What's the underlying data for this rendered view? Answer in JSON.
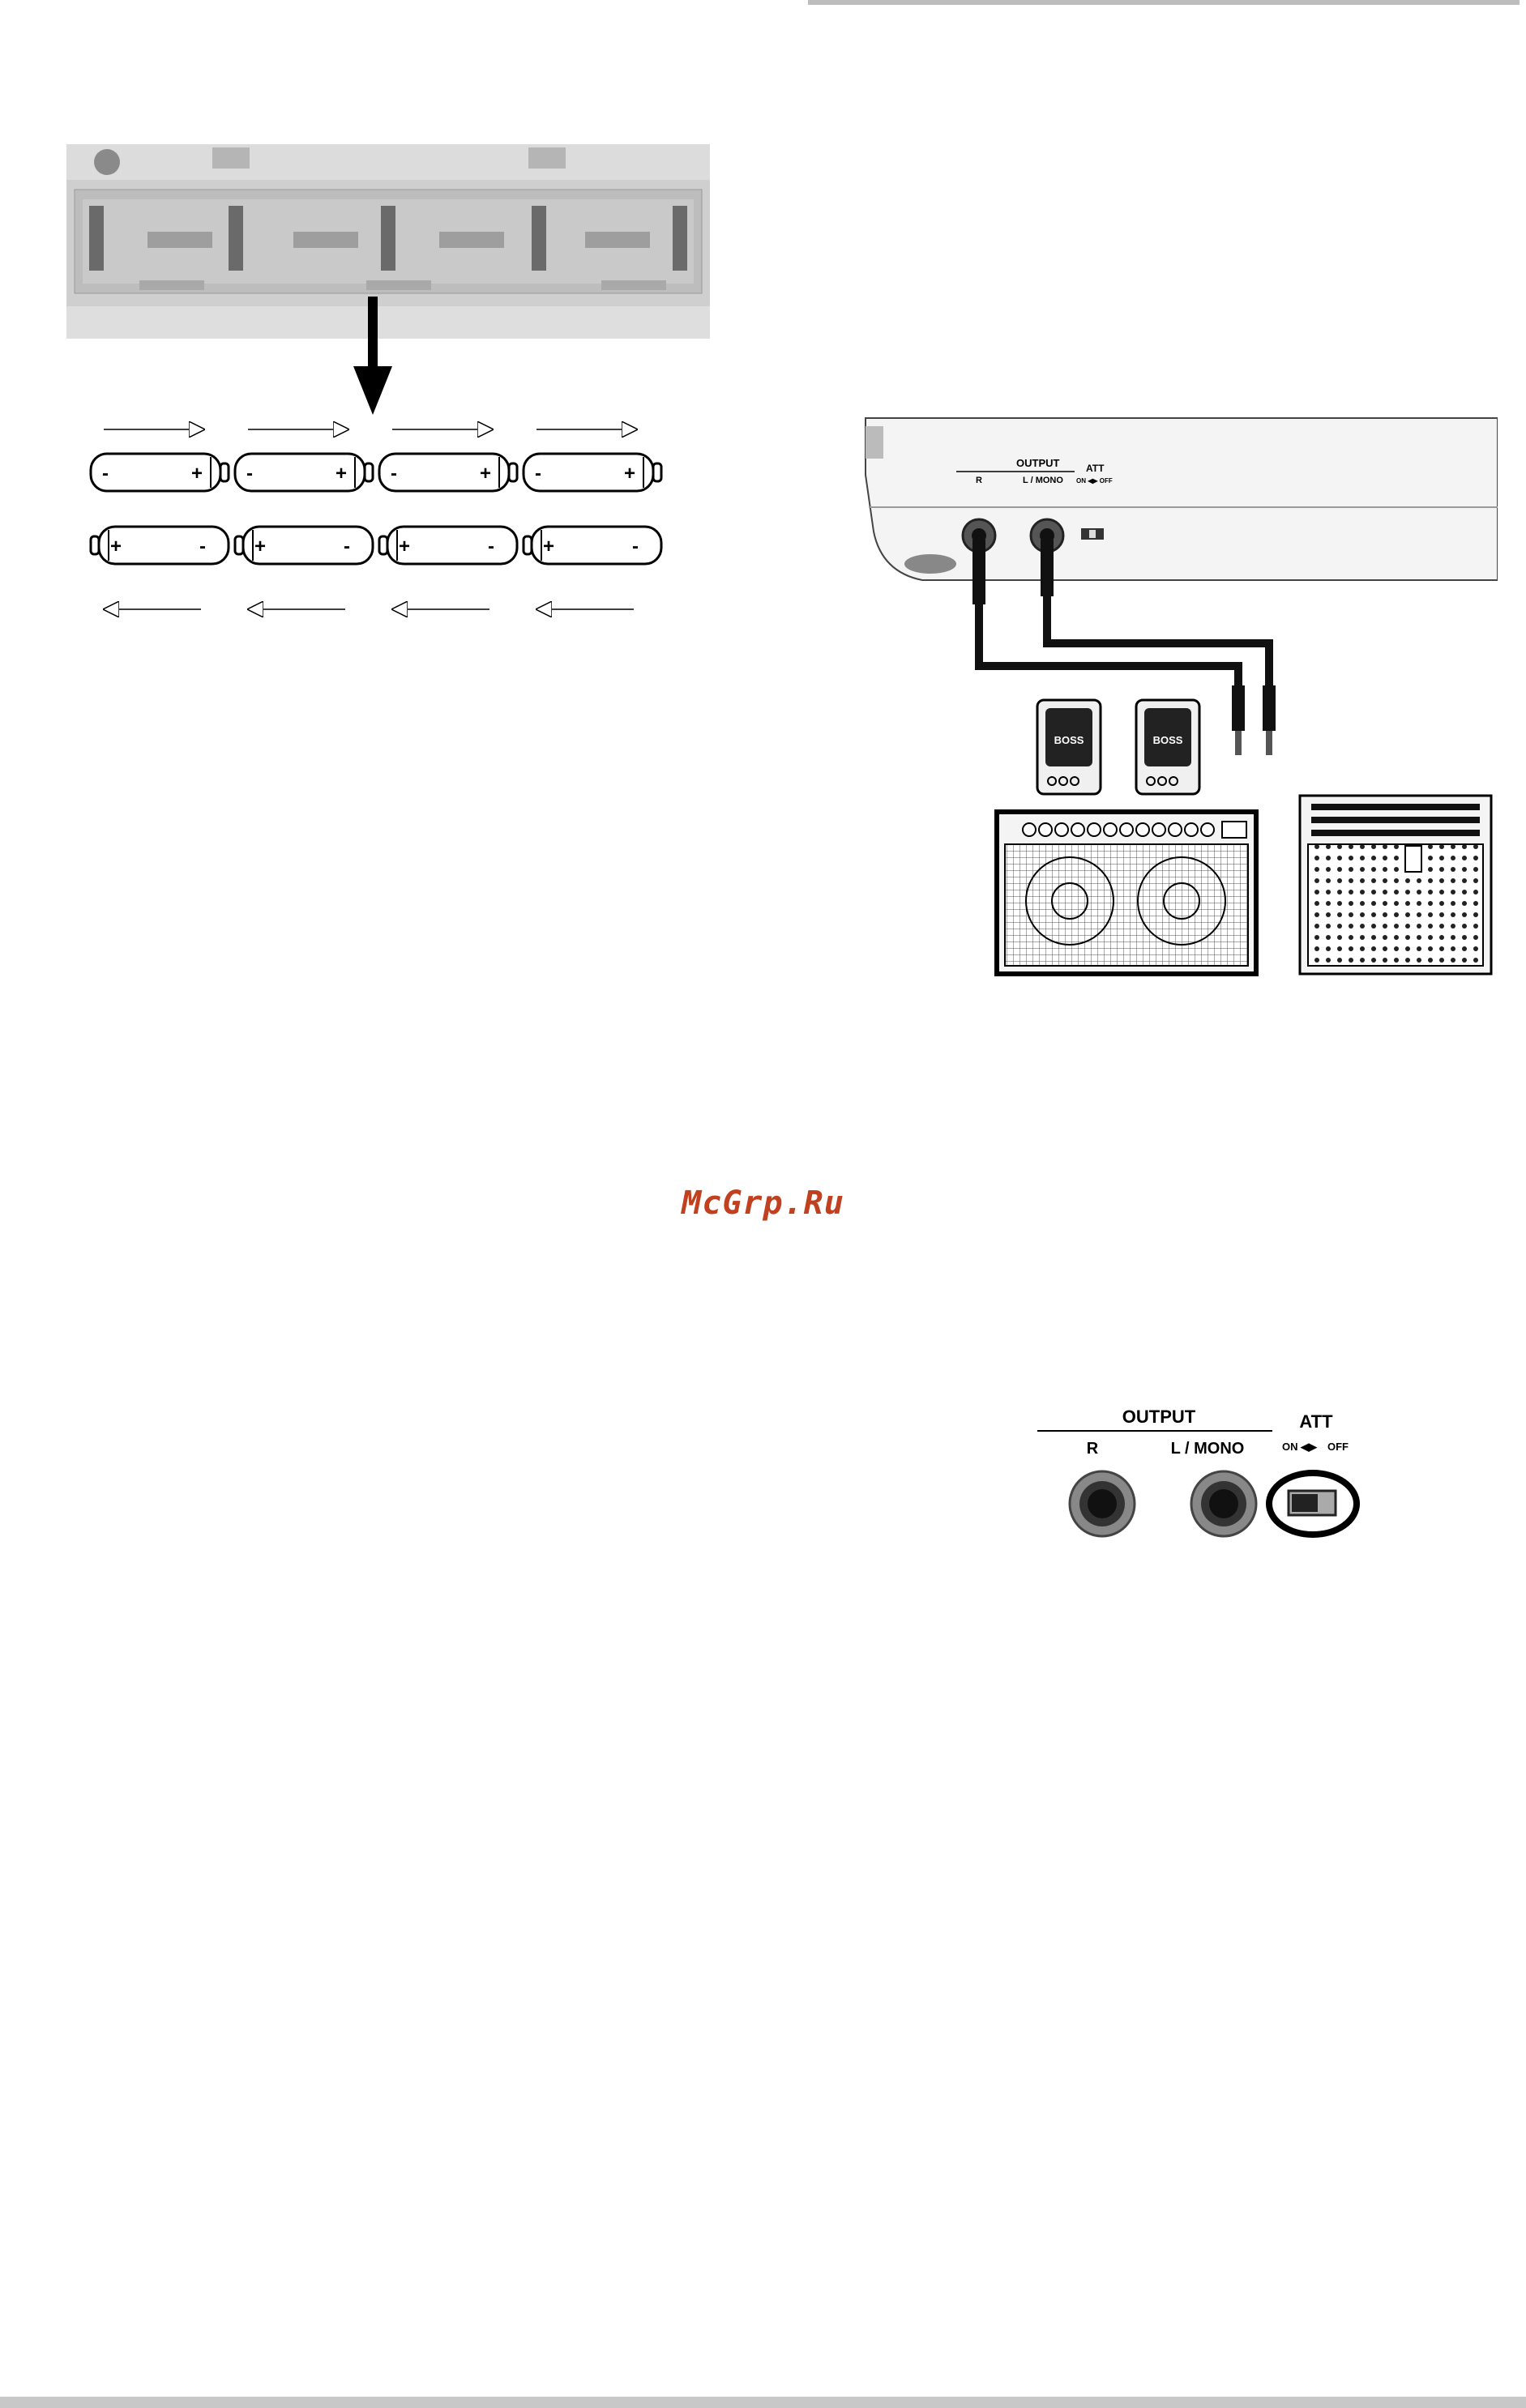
{
  "watermark": "McGrp.Ru",
  "battery_diagram": {
    "top_row": [
      {
        "minus": "-",
        "plus": "+"
      },
      {
        "minus": "-",
        "plus": "+"
      },
      {
        "minus": "-",
        "plus": "+"
      },
      {
        "minus": "-",
        "plus": "+"
      }
    ],
    "bottom_row": [
      {
        "plus": "+",
        "minus": "-"
      },
      {
        "plus": "+",
        "minus": "-"
      },
      {
        "plus": "+",
        "minus": "-"
      },
      {
        "plus": "+",
        "minus": "-"
      }
    ]
  },
  "connection_diagram": {
    "output_label": "OUTPUT",
    "r_label": "R",
    "lmono_label": "L / MONO",
    "att_label": "ATT",
    "att_onoff": "ON ◀▶ OFF",
    "speaker_brand": "BOSS"
  },
  "output_panel": {
    "output_label": "OUTPUT",
    "r_label": "R",
    "lmono_label": "L / MONO",
    "att_label": "ATT",
    "on_label": "ON",
    "off_label": "OFF",
    "arrows": "◀▶"
  }
}
